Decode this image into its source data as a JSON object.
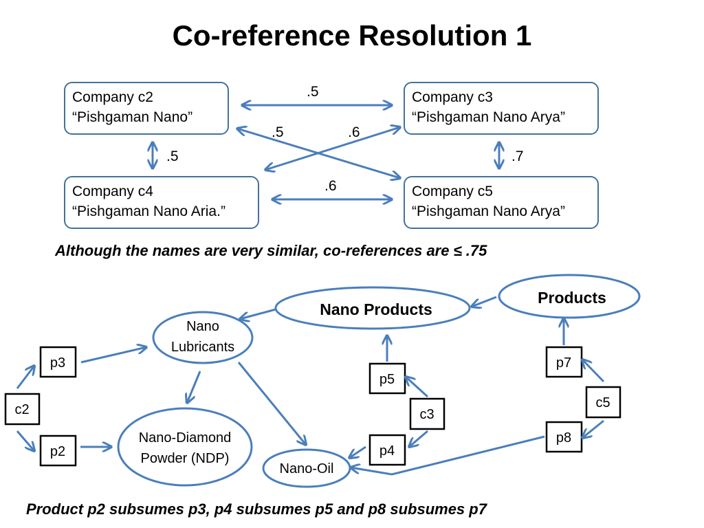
{
  "title": "Co-reference Resolution 1",
  "companies": [
    {
      "id": "c2",
      "line1": "Company c2",
      "line2": "“Pishgaman Nano”"
    },
    {
      "id": "c3",
      "line1": "Company c3",
      "line2": "“Pishgaman Nano Arya”"
    },
    {
      "id": "c4",
      "line1": "Company c4",
      "line2": "“Pishgaman Nano Aria.”"
    },
    {
      "id": "c5",
      "line1": "Company c5",
      "line2": "“Pishgaman Nano Arya”"
    }
  ],
  "similarity_scores": {
    "c2_c3": ".5",
    "c2_c5": ".5",
    "c4_c3": ".6",
    "c2_c4": ".5",
    "c3_c5": ".7",
    "c4_c5": ".6"
  },
  "note_top": "Although the names are very similar, co-references are ≤ .75",
  "ellipses": {
    "products": "Products",
    "nano_products": "Nano Products",
    "nano_lubricants_1": "Nano",
    "nano_lubricants_2": "Lubricants",
    "ndp_1": "Nano-Diamond",
    "ndp_2": "Powder (NDP)",
    "nano_oil": "Nano-Oil"
  },
  "boxes": {
    "c2": "c2",
    "p3": "p3",
    "p2": "p2",
    "p5": "p5",
    "c3": "c3",
    "p4": "p4",
    "p7": "p7",
    "c5": "c5",
    "p8": "p8"
  },
  "note_bottom": "Product p2 subsumes p3, p4 subsumes p5 and p8 subsumes p7",
  "colors": {
    "arrow": "#4a7ebb",
    "box_border": "#41719c",
    "node_border": "#000000"
  }
}
